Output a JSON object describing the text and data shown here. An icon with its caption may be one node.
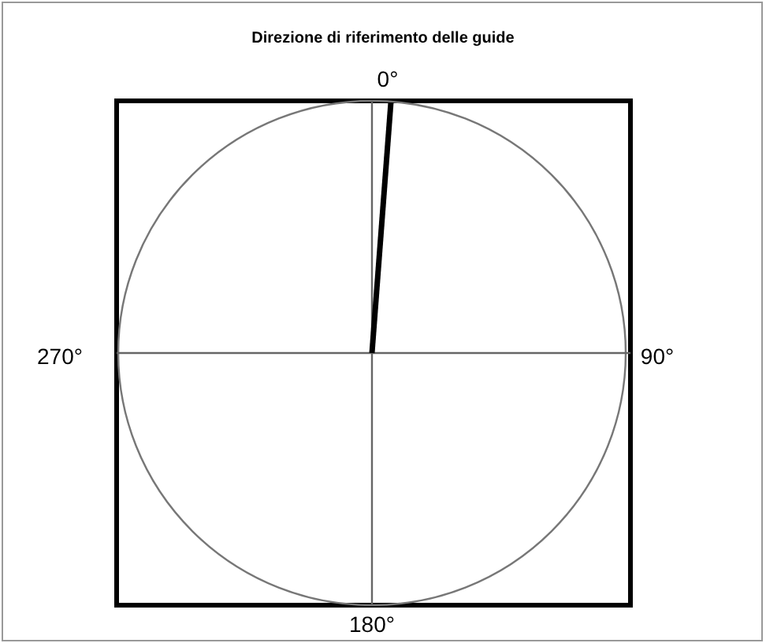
{
  "diagram": {
    "title": "Direzione di riferimento delle guide",
    "labels": [
      "0°",
      "270°",
      "90°",
      "180°"
    ]
  }
}
